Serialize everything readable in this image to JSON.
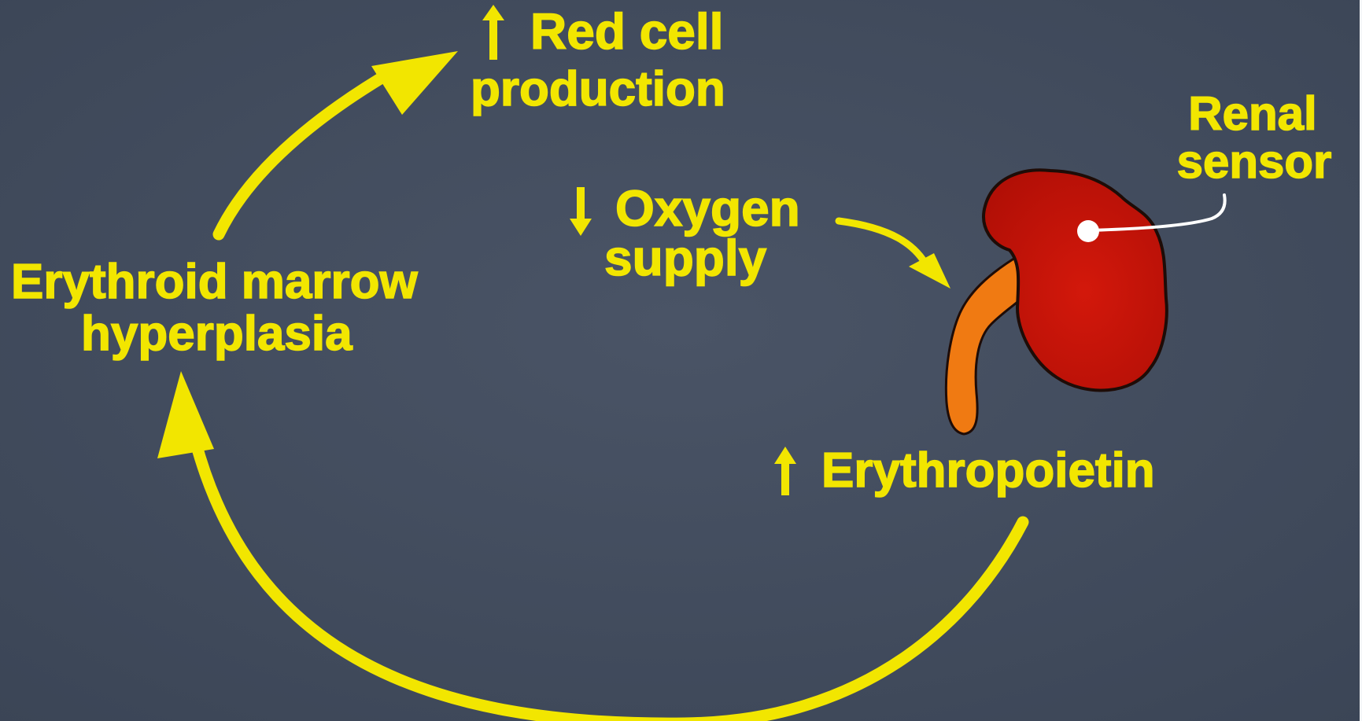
{
  "colors": {
    "background": "#424c5e",
    "arrow": "#f2e600",
    "text": "#f2e600",
    "kidney": "#cc1409",
    "kidney_outline": "#1e0c07",
    "ureter": "#f07a12",
    "sensor_line": "#ffffff"
  },
  "icons": [
    "up-arrow-icon",
    "down-arrow-icon",
    "kidney-icon",
    "sensor-dot-icon"
  ],
  "labels": {
    "red_cell": {
      "arrow": "up",
      "line1": "Red cell",
      "line2": "production"
    },
    "oxygen": {
      "arrow": "down",
      "line1": "Oxygen",
      "line2": "supply"
    },
    "renal": {
      "line1": "Renal",
      "line2": "sensor"
    },
    "epo": {
      "arrow": "up",
      "text": "Erythropoietin"
    },
    "marrow": {
      "line1": "Erythroid marrow",
      "line2": "hyperplasia"
    }
  }
}
